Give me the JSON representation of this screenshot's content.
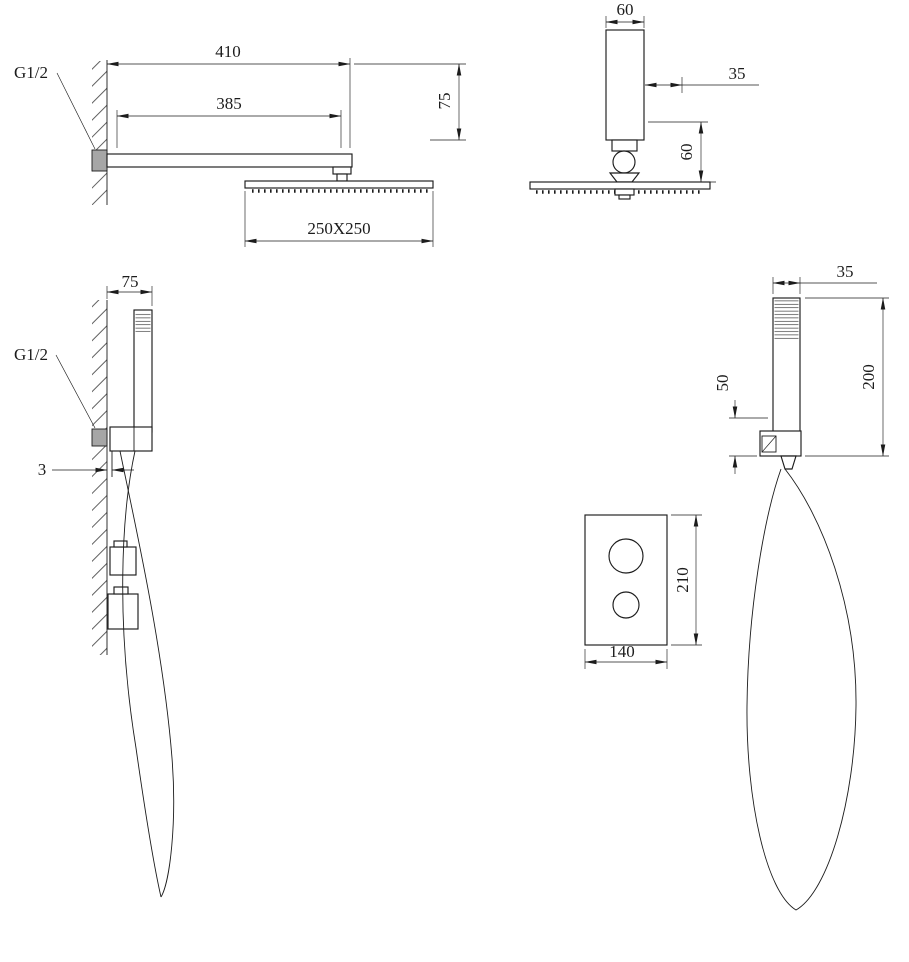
{
  "drawing": {
    "overhead_side": {
      "g_thread": "G1/2",
      "d410": "410",
      "d385": "385",
      "d75": "75",
      "plate_size": "250X250"
    },
    "overhead_front": {
      "d60_width": "60",
      "d35": "35",
      "d60_height": "60"
    },
    "handshower_side": {
      "d75": "75",
      "g_thread": "G1/2",
      "d3": "3"
    },
    "handshower_front": {
      "d35": "35",
      "d200": "200",
      "d50": "50"
    },
    "control_plate": {
      "d210": "210",
      "d140": "140"
    }
  },
  "colors": {
    "line": "#1c1c1c",
    "background": "#ffffff",
    "fitting_fill": "#a6a6a6"
  }
}
